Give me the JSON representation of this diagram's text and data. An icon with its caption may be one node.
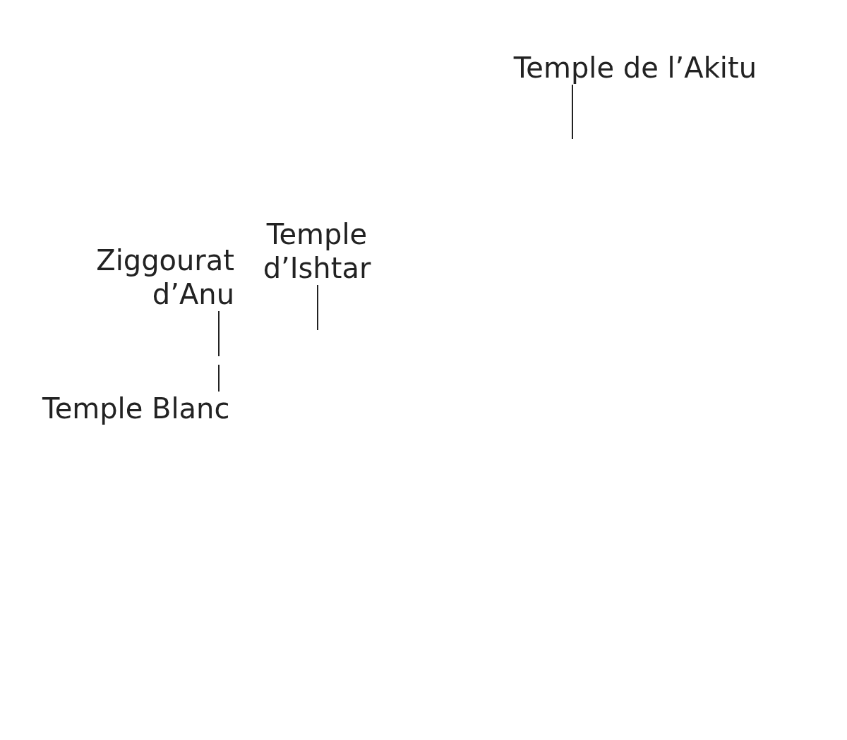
{
  "diagram": {
    "nodes": [
      {
        "text": [
          "Temple de l’Akitu"
        ]
      },
      {
        "text": [
          "Ziggourat d’Anu"
        ]
      },
      {
        "text": [
          "Temple d’Ishtar"
        ]
      },
      {
        "text": [
          "Temple Blanc"
        ]
      }
    ],
    "edges": [
      {
        "from": 0,
        "to": null,
        "arrow": "none"
      },
      {
        "from": 1,
        "to": null,
        "arrow": "none"
      },
      {
        "from": 2,
        "to": null,
        "arrow": "none"
      },
      {
        "from": 3,
        "to": null,
        "arrow": "none"
      }
    ]
  }
}
